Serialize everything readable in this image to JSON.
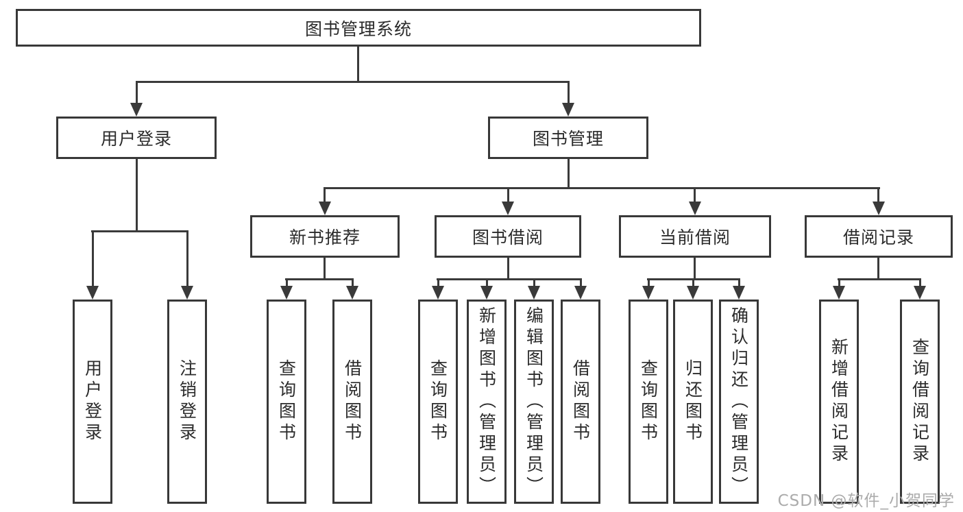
{
  "tree": {
    "root": "图书管理系统",
    "branches": [
      {
        "label": "用户登录",
        "children": [
          "用户登录",
          "注销登录"
        ]
      },
      {
        "label": "图书管理",
        "children": [
          {
            "label": "新书推荐",
            "children": [
              "查询图书",
              "借阅图书"
            ]
          },
          {
            "label": "图书借阅",
            "children": [
              "查询图书",
              "新增图书（管理员）",
              "编辑图书（管理员）",
              "借阅图书"
            ]
          },
          {
            "label": "当前借阅",
            "children": [
              "查询图书",
              "归还图书",
              "确认归还（管理员）"
            ]
          },
          {
            "label": "借阅记录",
            "children": [
              "新增借阅记录",
              "查询借阅记录"
            ]
          }
        ]
      }
    ]
  },
  "watermark": "CSDN @软件_小贺同学",
  "colors": {
    "line": "#3a3a3a",
    "box_border": "#383838",
    "text": "#2b2b2b",
    "watermark": "#ababab",
    "background": "#ffffff"
  }
}
